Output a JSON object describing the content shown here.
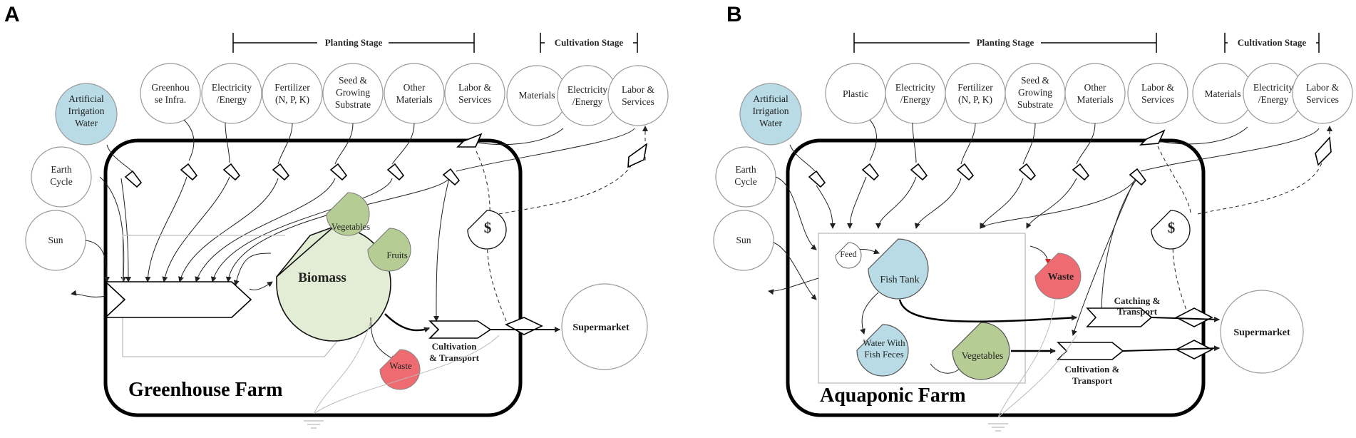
{
  "panels": {
    "a": {
      "label": "A",
      "planting_stage": "Planting Stage",
      "cultivation_stage": "Cultivation Stage",
      "irrigation": "Artificial Irrigation Water",
      "greenhouse_infra": [
        "Greenhou",
        "se Infra."
      ],
      "electricity": [
        "Electricity",
        "/Energy"
      ],
      "fertilizer": [
        "Fertilizer",
        "(N, P, K)"
      ],
      "seed": [
        "Seed &",
        "Growing",
        "Substrate"
      ],
      "other_materials": [
        "Other",
        "Materials"
      ],
      "labor": [
        "Labor &",
        "Services"
      ],
      "materials": "Materials",
      "electricity2": [
        "Electricity",
        "/Energy"
      ],
      "labor2": [
        "Labor &",
        "Services"
      ],
      "earth_cycle": [
        "Earth",
        "Cycle"
      ],
      "sun": "Sun",
      "biomass": "Biomass",
      "vegetables": "Vegetables",
      "fruits": "Fruits",
      "waste": "Waste",
      "money": "$",
      "cultivation_transport": [
        "Cultivation",
        "& Transport"
      ],
      "supermarket": "Supermarket",
      "title": "Greenhouse Farm"
    },
    "b": {
      "label": "B",
      "planting_stage": "Planting Stage",
      "cultivation_stage": "Cultivation Stage",
      "irrigation": "Artificial Irrigation Water",
      "plastic": "Plastic",
      "electricity": [
        "Electricity",
        "/Energy"
      ],
      "fertilizer": [
        "Fertilizer",
        "(N, P, K)"
      ],
      "seed": [
        "Seed &",
        "Growing",
        "Substrate"
      ],
      "other_materials": [
        "Other",
        "Materials"
      ],
      "labor": [
        "Labor &",
        "Services"
      ],
      "materials": "Materials",
      "electricity2": [
        "Electricity",
        "/Energy"
      ],
      "labor2": [
        "Labor &",
        "Services"
      ],
      "earth_cycle": [
        "Earth",
        "Cycle"
      ],
      "sun": "Sun",
      "feed": "Feed",
      "fish_tank": "Fish Tank",
      "water_feces": [
        "Water With",
        "Fish Feces"
      ],
      "vegetables": "Vegetables",
      "waste": "Waste",
      "money": "$",
      "catching_transport": [
        "Catching &",
        "Transport"
      ],
      "cultivation_transport": [
        "Cultivation &",
        "Transport"
      ],
      "supermarket": "Supermarket",
      "title": "Aquaponic Farm"
    }
  },
  "colors": {
    "water_blue": "#b8dbe6",
    "green": "#b5cc95",
    "biomass_fill": "#e3ecd5",
    "waste_red": "#ee6b71"
  }
}
